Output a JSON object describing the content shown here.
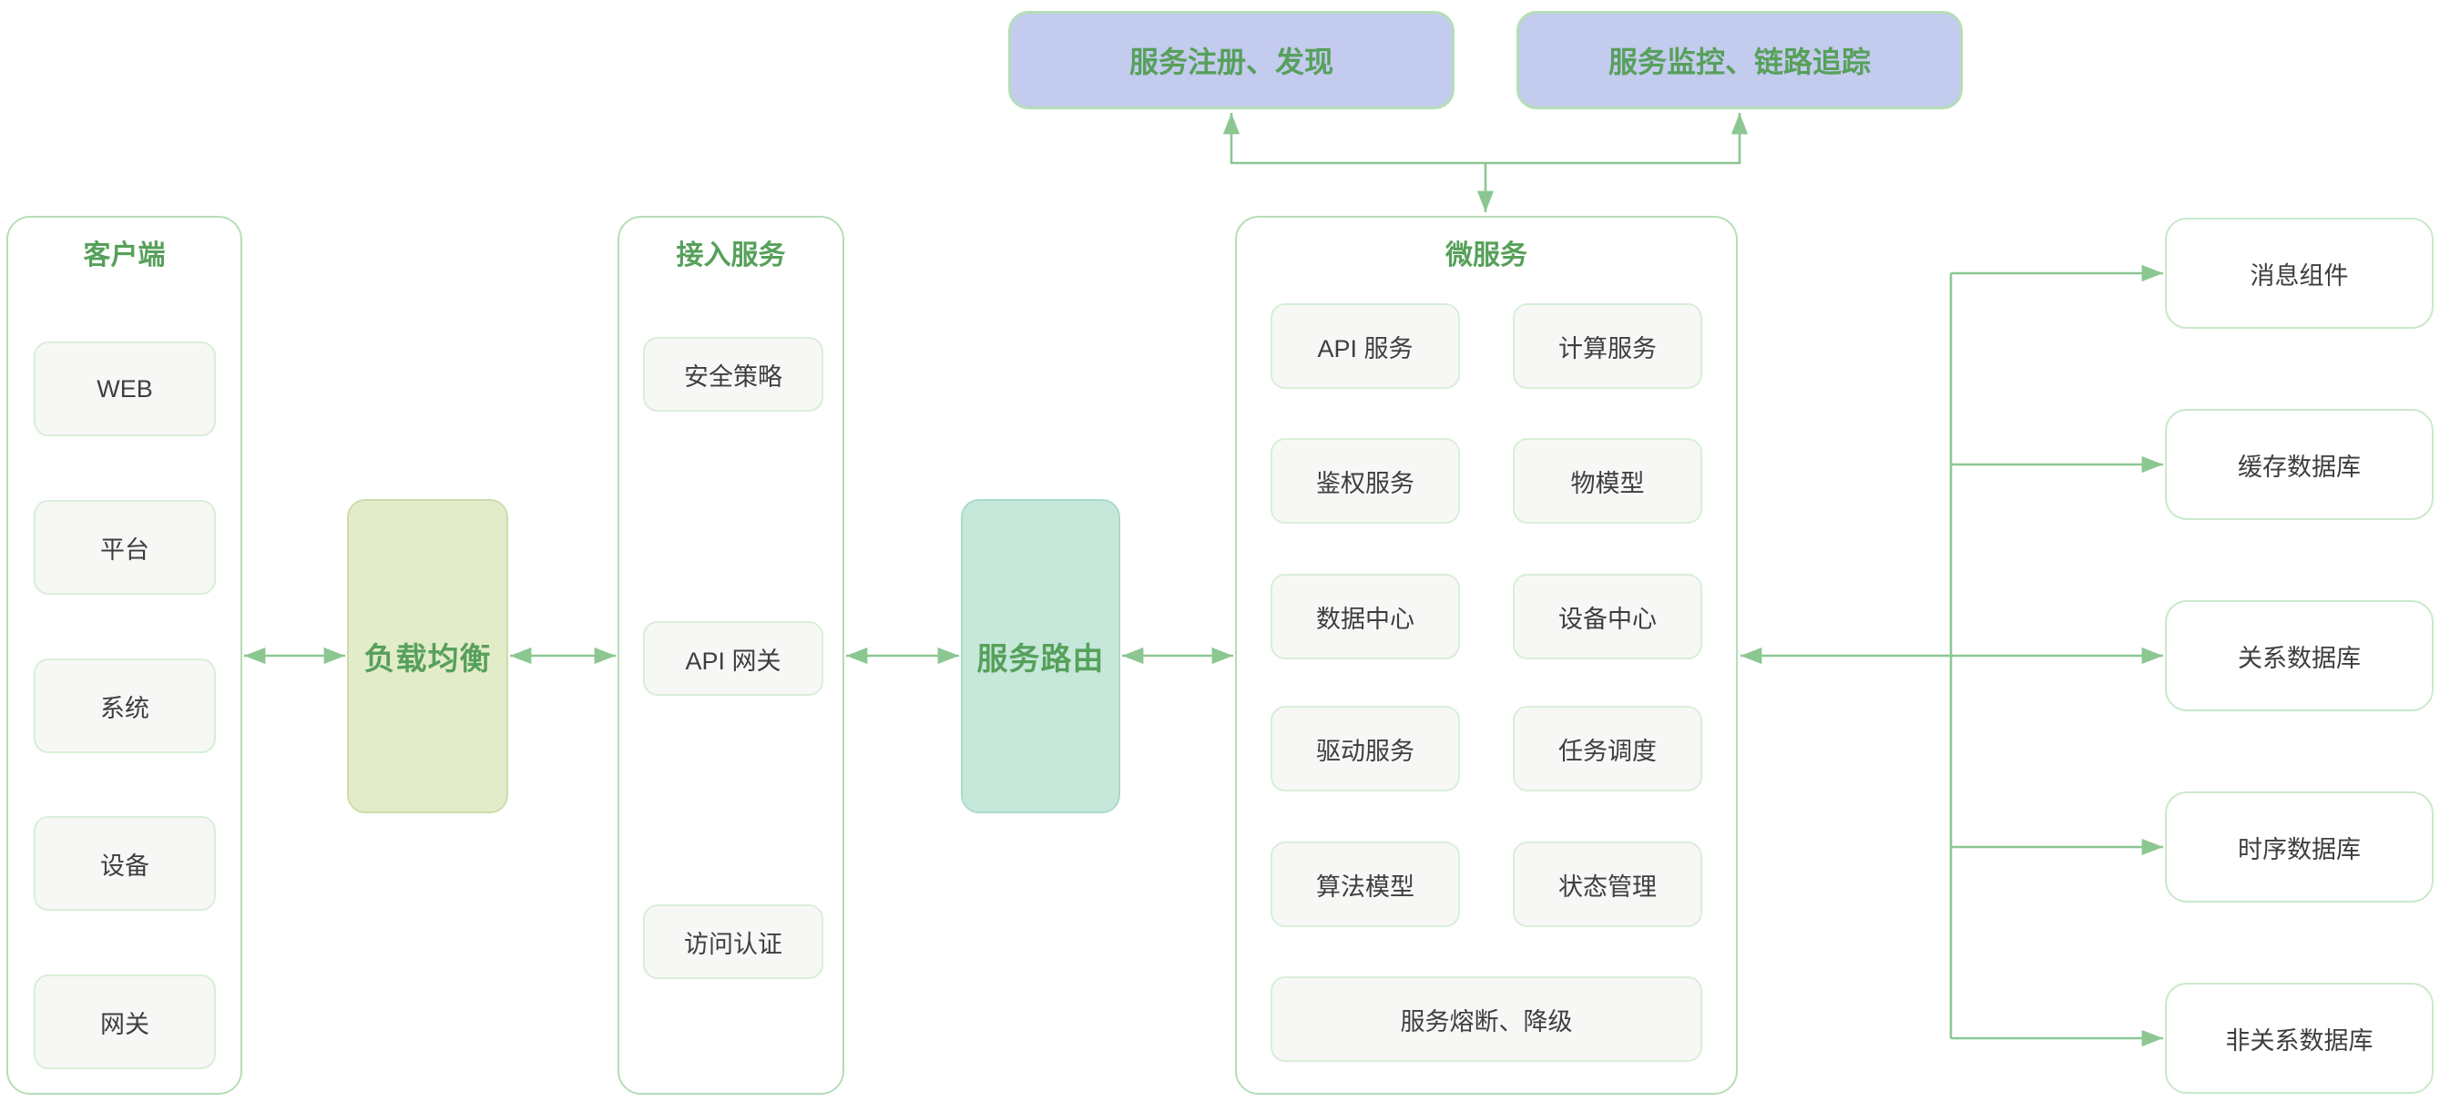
{
  "colors": {
    "accent_green": "#57a05b",
    "arrow_green": "#8cc791",
    "panel_border": "#b5deb7",
    "item_border": "#d9eed9",
    "item_bg": "#f7f8f6",
    "db_border": "#cbe9cb",
    "registry_bg": "#c3cbee",
    "lb_bg": "#e3ecc9",
    "lb_border": "#cddcab",
    "router_bg": "#c5e8da",
    "router_border": "#aadcc8",
    "text_dark": "#3e3e3e"
  },
  "top_services": [
    {
      "label": "服务注册、发现"
    },
    {
      "label": "服务监控、链路追踪"
    }
  ],
  "client_panel": {
    "title": "客户端",
    "items": [
      "WEB",
      "平台",
      "系统",
      "设备",
      "网关"
    ]
  },
  "load_balancer": {
    "label": "负载均衡"
  },
  "access_panel": {
    "title": "接入服务",
    "items": [
      "安全策略",
      "API 网关",
      "访问认证"
    ]
  },
  "service_router": {
    "label": "服务路由"
  },
  "microservices_panel": {
    "title": "微服务",
    "grid_items": [
      "API 服务",
      "计算服务",
      "鉴权服务",
      "物模型",
      "数据中心",
      "设备中心",
      "驱动服务",
      "任务调度",
      "算法模型",
      "状态管理"
    ],
    "wide_item": "服务熔断、降级"
  },
  "data_services": [
    "消息组件",
    "缓存数据库",
    "关系数据库",
    "时序数据库",
    "非关系数据库"
  ]
}
